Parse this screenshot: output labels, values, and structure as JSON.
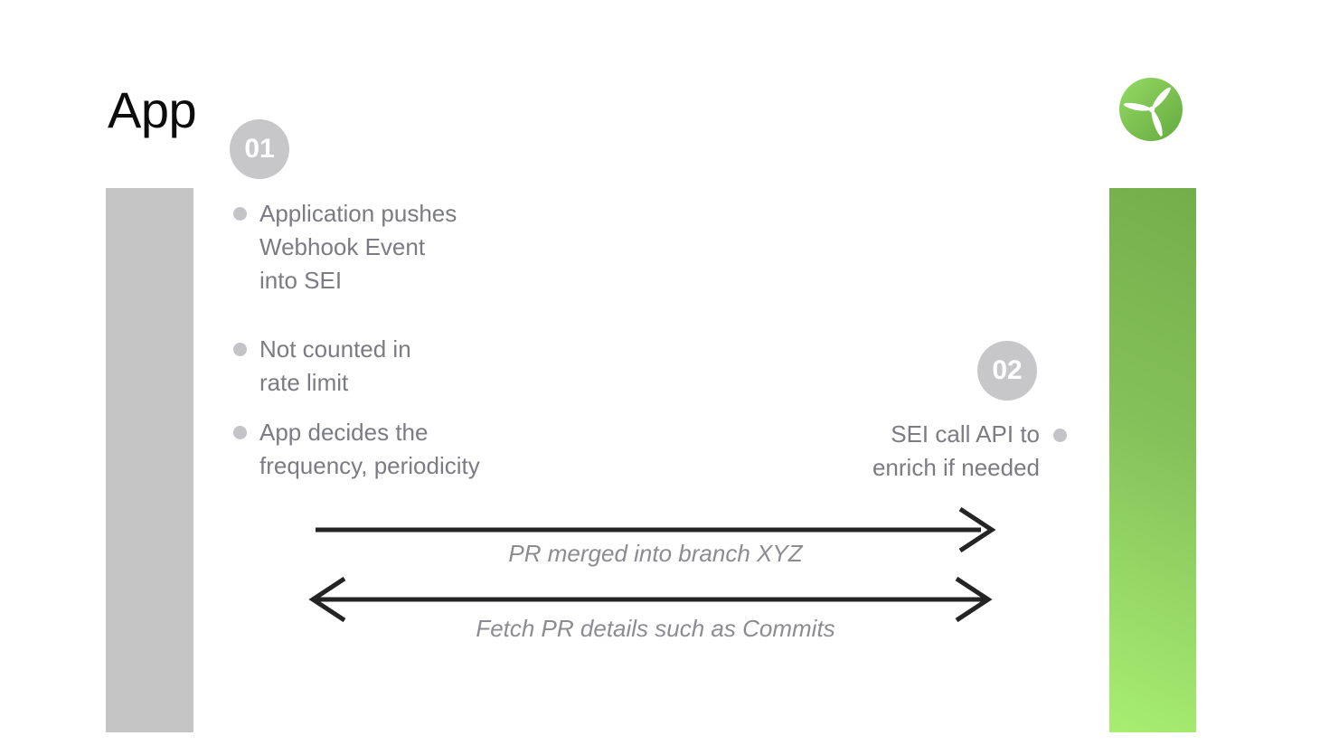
{
  "title": "App",
  "step1": {
    "badge": "01",
    "bullets": [
      {
        "text": "Application pushes\nWebhook Event\ninto SEI"
      },
      {
        "text": "Not counted in\nrate limit"
      },
      {
        "text": "App decides the\nfrequency, periodicity"
      }
    ]
  },
  "step2": {
    "badge": "02",
    "bullet": {
      "text": "SEI call API to\nenrich if needed"
    }
  },
  "arrow1": {
    "label": "PR merged into branch XYZ",
    "direction": "right"
  },
  "arrow2": {
    "label": "Fetch PR details such as Commits",
    "direction": "both"
  },
  "icons": {
    "logo": "propeller-icon",
    "bullet": "dot-icon",
    "arrow_right": "arrow-right-icon",
    "arrow_double": "arrow-left-right-icon"
  },
  "colors": {
    "background": "#ffffff",
    "title_text": "#0c0c0c",
    "body_text": "#7b7b83",
    "label_text": "#8b8b92",
    "badge_bg": "#c7c7c9",
    "badge_text": "#ffffff",
    "bullet_dot": "#c4c4c8",
    "gray_bar": "#c5c5c6",
    "green_bar_top": "#74ae4b",
    "green_bar_bottom": "#a8ee72",
    "logo_green_light": "#95da65",
    "logo_green_dark": "#64aa3e",
    "arrow_stroke": "#242424"
  }
}
